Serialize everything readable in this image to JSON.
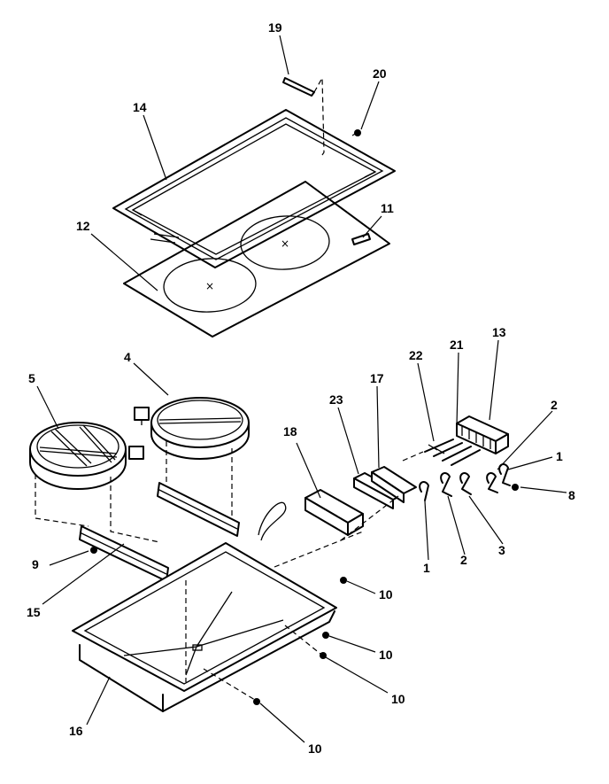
{
  "callouts": {
    "c1a": "1",
    "c1b": "1",
    "c2a": "2",
    "c2b": "2",
    "c3": "3",
    "c4": "4",
    "c5": "5",
    "c8": "8",
    "c9": "9",
    "c10a": "10",
    "c10b": "10",
    "c10c": "10",
    "c10d": "10",
    "c11": "11",
    "c12": "12",
    "c13": "13",
    "c14": "14",
    "c15": "15",
    "c16": "16",
    "c17": "17",
    "c18": "18",
    "c19": "19",
    "c20": "20",
    "c21": "21",
    "c22": "22",
    "c23": "23"
  },
  "marks": {
    "left_element": "×",
    "right_element": "×"
  }
}
